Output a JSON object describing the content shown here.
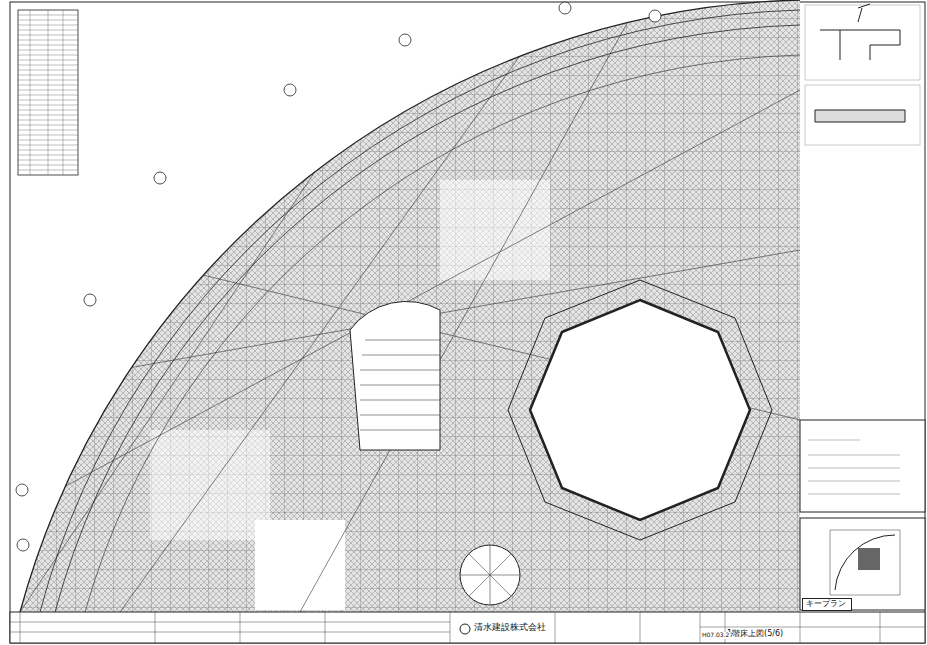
{
  "diagram": {
    "nodes": [
      {
        "text": [
          "キープラン"
        ]
      }
    ],
    "labels": [
      "清水建設株式会社",
      "1階床上図(5/6)",
      "H07.03.27"
    ]
  }
}
